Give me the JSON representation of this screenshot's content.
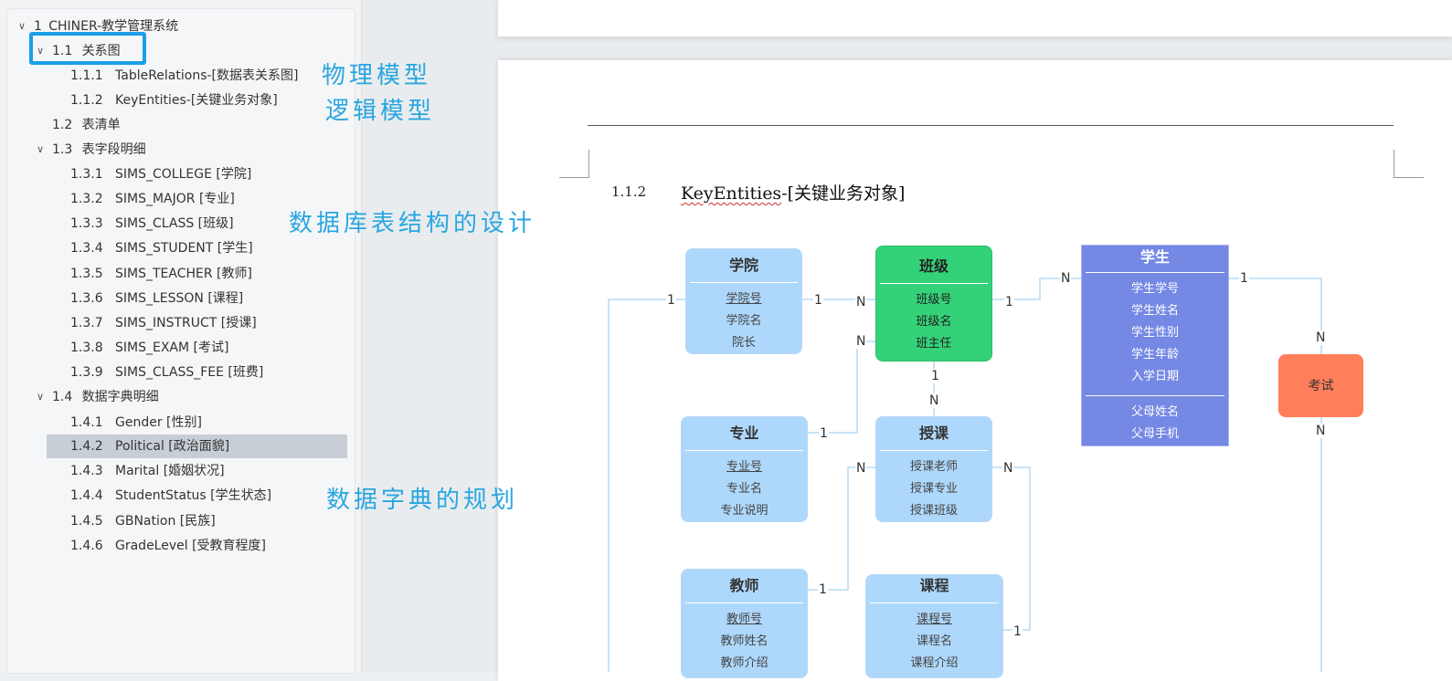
{
  "nav": {
    "tree": [
      {
        "num": "1",
        "label": "CHINER-教学管理系统",
        "expanded": true,
        "level": 0
      },
      {
        "num": "1.1",
        "label": "关系图",
        "expanded": true,
        "level": 1
      },
      {
        "num": "1.1.1",
        "label": "TableRelations-[数据表关系图]",
        "level": 2
      },
      {
        "num": "1.1.2",
        "label": "KeyEntities-[关键业务对象]",
        "level": 2
      },
      {
        "num": "1.2",
        "label": "表清单",
        "level": 1
      },
      {
        "num": "1.3",
        "label": "表字段明细",
        "expanded": true,
        "level": 1
      },
      {
        "num": "1.3.1",
        "label": "SIMS_COLLEGE [学院]",
        "level": 2
      },
      {
        "num": "1.3.2",
        "label": "SIMS_MAJOR [专业]",
        "level": 2
      },
      {
        "num": "1.3.3",
        "label": "SIMS_CLASS [班级]",
        "level": 2
      },
      {
        "num": "1.3.4",
        "label": "SIMS_STUDENT [学生]",
        "level": 2
      },
      {
        "num": "1.3.5",
        "label": "SIMS_TEACHER [教师]",
        "level": 2
      },
      {
        "num": "1.3.6",
        "label": "SIMS_LESSON [课程]",
        "level": 2
      },
      {
        "num": "1.3.7",
        "label": "SIMS_INSTRUCT [授课]",
        "level": 2
      },
      {
        "num": "1.3.8",
        "label": "SIMS_EXAM [考试]",
        "level": 2
      },
      {
        "num": "1.3.9",
        "label": "SIMS_CLASS_FEE [班费]",
        "level": 2
      },
      {
        "num": "1.4",
        "label": "数据字典明细",
        "expanded": true,
        "level": 1
      },
      {
        "num": "1.4.1",
        "label": "Gender [性别]",
        "level": 2
      },
      {
        "num": "1.4.2",
        "label": "Political [政治面貌]",
        "level": 2,
        "selected": true
      },
      {
        "num": "1.4.3",
        "label": "Marital [婚姻状况]",
        "level": 2
      },
      {
        "num": "1.4.4",
        "label": "StudentStatus [学生状态]",
        "level": 2
      },
      {
        "num": "1.4.5",
        "label": "GBNation [民族]",
        "level": 2
      },
      {
        "num": "1.4.6",
        "label": "GradeLevel [受教育程度]",
        "level": 2
      }
    ]
  },
  "annotations": {
    "physical": "物理模型",
    "logical": "逻辑模型",
    "table_design": "数据库表结构的设计",
    "dictionary": "数据字典的规划",
    "highlight_color": "#1a9ee9",
    "text_color": "#29a6e0"
  },
  "document": {
    "heading_number": "1.1.2",
    "heading_squiggle": "KeyEntities",
    "heading_rest": "-[关键业务对象]"
  },
  "diagram": {
    "entities": {
      "college": {
        "title": "学院",
        "fields": [
          "学院号",
          "学院名",
          "院长"
        ],
        "color": "#aed8fb"
      },
      "class": {
        "title": "班级",
        "fields": [
          "班级号",
          "班级名",
          "班主任"
        ],
        "color": "#34d278"
      },
      "student": {
        "title": "学生",
        "fields": [
          "学生学号",
          "学生姓名",
          "学生性别",
          "学生年龄",
          "入学日期"
        ],
        "fields2": [
          "父母姓名",
          "父母手机"
        ],
        "color": "#7488e4"
      },
      "exam": {
        "title": "考试",
        "color": "#fe7f5a"
      },
      "major": {
        "title": "专业",
        "fields": [
          "专业号",
          "专业名",
          "专业说明"
        ],
        "color": "#aed8fb"
      },
      "instruct": {
        "title": "授课",
        "fields": [
          "授课老师",
          "授课专业",
          "授课班级"
        ],
        "color": "#aed8fb"
      },
      "teacher": {
        "title": "教师",
        "fields": [
          "教师号",
          "教师姓名",
          "教师介绍"
        ],
        "color": "#aed8fb"
      },
      "lesson": {
        "title": "课程",
        "fields": [
          "课程号",
          "课程名",
          "课程介绍"
        ],
        "color": "#aed8fb"
      }
    },
    "cardinalities": {
      "one": "1",
      "many": "N"
    }
  }
}
